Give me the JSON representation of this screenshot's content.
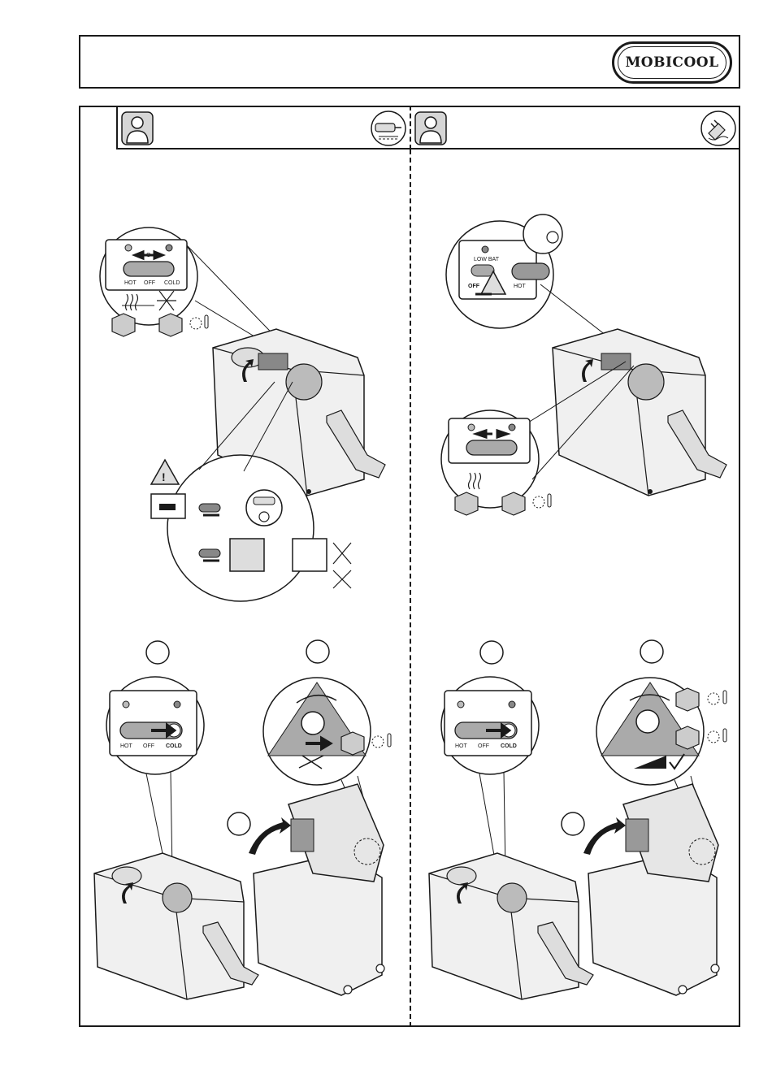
{
  "header": {
    "brand": "MOBICOOL"
  },
  "panel_left": {
    "switch_labels": {
      "hot": "HOT",
      "off": "OFF",
      "cold": "COLD",
      "o": "O"
    },
    "step_labels": {
      "cold_bold": "COLD"
    }
  },
  "panel_right": {
    "switch_labels": {
      "low_bat": "LOW BAT",
      "off": "OFF",
      "hot": "HOT"
    },
    "step_labels": {
      "hot": "HOT",
      "off": "OFF",
      "cold_bold": "COLD"
    }
  }
}
